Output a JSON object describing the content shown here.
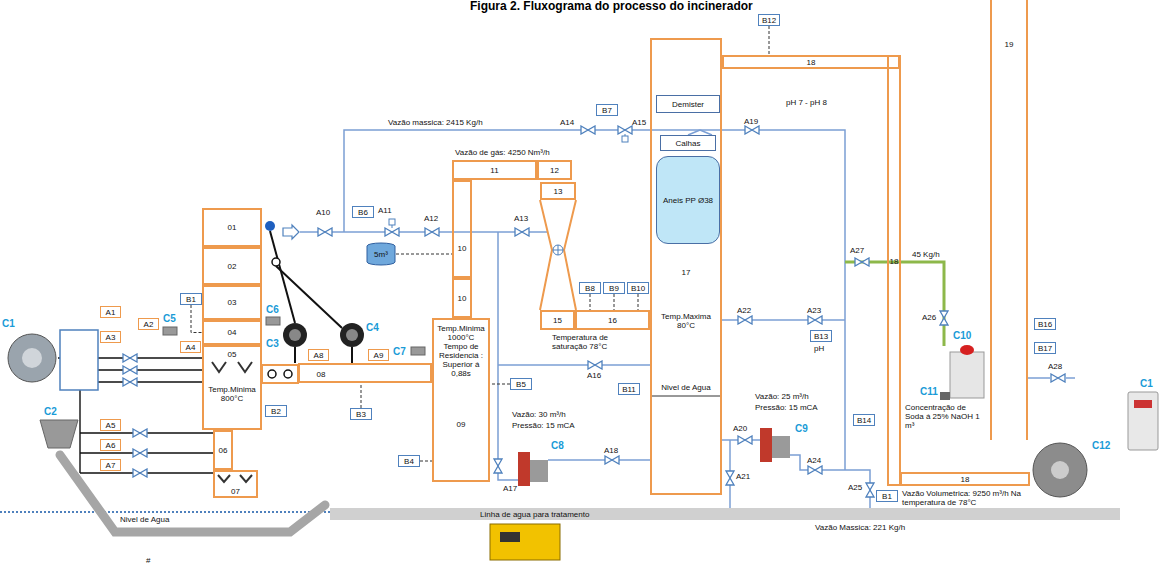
{
  "diagram": {
    "title": "Figura 2. Fluxograma do processo do incinerador",
    "nodes": [
      {
        "text": [
          "01"
        ]
      },
      {
        "text": [
          "02"
        ]
      },
      {
        "text": [
          "03"
        ]
      },
      {
        "text": [
          "04"
        ]
      },
      {
        "text": [
          "05",
          "Temp.Minima 800°C"
        ]
      },
      {
        "text": [
          "06"
        ]
      },
      {
        "text": [
          "07"
        ]
      },
      {
        "text": [
          "08"
        ]
      },
      {
        "text": [
          "Temp.Minima 1000°C Tempo de Residencia : Superior á 0,88s",
          "09"
        ]
      },
      {
        "text": [
          "10"
        ]
      },
      {
        "text": [
          "10"
        ]
      },
      {
        "text": [
          "11"
        ]
      },
      {
        "text": [
          "12"
        ]
      },
      {
        "text": [
          "13"
        ]
      },
      {
        "text": [
          "15"
        ]
      },
      {
        "text": [
          "16"
        ]
      },
      {
        "text": [
          "17",
          "Temp.Maxima 80°C",
          "Nivel de Agua"
        ]
      },
      {
        "text": [
          "Demister"
        ],
        "in": 16
      },
      {
        "text": [
          "Calhas"
        ],
        "in": 16
      },
      {
        "text": [
          "Aneis PP Ø38"
        ],
        "in": 16
      },
      {
        "text": [
          "18"
        ]
      },
      {
        "text": [
          "18"
        ]
      },
      {
        "text": [
          "18"
        ]
      },
      {
        "text": [
          "19"
        ]
      },
      {
        "text": [
          "5m³"
        ]
      },
      {
        "text": [
          "A1"
        ]
      },
      {
        "text": [
          "A2"
        ]
      },
      {
        "text": [
          "A3"
        ]
      },
      {
        "text": [
          "A4"
        ]
      },
      {
        "text": [
          "A5"
        ]
      },
      {
        "text": [
          "A6"
        ]
      },
      {
        "text": [
          "A7"
        ]
      },
      {
        "text": [
          "A8"
        ]
      },
      {
        "text": [
          "A9"
        ]
      },
      {
        "text": [
          "B1"
        ]
      },
      {
        "text": [
          "B2"
        ]
      },
      {
        "text": [
          "B3"
        ]
      },
      {
        "text": [
          "B4"
        ]
      },
      {
        "text": [
          "B5"
        ]
      },
      {
        "text": [
          "B6"
        ]
      },
      {
        "text": [
          "B7"
        ]
      },
      {
        "text": [
          "B8"
        ]
      },
      {
        "text": [
          "B9"
        ]
      },
      {
        "text": [
          "B10"
        ]
      },
      {
        "text": [
          "B11"
        ]
      },
      {
        "text": [
          "B12"
        ]
      },
      {
        "text": [
          "B13"
        ]
      },
      {
        "text": [
          "B14"
        ]
      },
      {
        "text": [
          "B16"
        ]
      },
      {
        "text": [
          "B17"
        ]
      },
      {
        "text": [
          "B1"
        ]
      }
    ],
    "edges": [
      {
        "from": 34,
        "to": 3,
        "arrow": "none"
      },
      {
        "from": 36,
        "to": 7,
        "arrow": "none"
      },
      {
        "from": 37,
        "to": 8,
        "arrow": "none"
      },
      {
        "from": 38,
        "to": 8,
        "arrow": "none"
      },
      {
        "from": 45,
        "to": 20,
        "arrow": "none"
      },
      {
        "from": 41,
        "to": 15,
        "arrow": "none"
      },
      {
        "from": 42,
        "to": 15,
        "arrow": "none"
      },
      {
        "from": 43,
        "to": 15,
        "arrow": "none"
      }
    ],
    "labels": [
      "C1",
      "C2",
      "C3",
      "C4",
      "C5",
      "C6",
      "C7",
      "C8",
      "C9",
      "C10",
      "C11",
      "C12",
      "C1",
      "A10",
      "A11",
      "A12",
      "A13",
      "A14",
      "A15",
      "A16",
      "A17",
      "A18",
      "A19",
      "A20",
      "A21",
      "A22",
      "A23",
      "A24",
      "A25",
      "A26",
      "A27",
      "A28",
      "Vazão massica: 2415 Kg/h",
      "Vazão de gás: 4250 Nm³/h",
      "Temperatura de saturação 78°C",
      "pH 7 - pH 8",
      "pH",
      "45 Kg/h",
      "Vazão: 30 m³/h",
      "Pressão: 15 mCA",
      "Vazão: 25 m³/h",
      "Pressão: 15 mCA",
      "Vazão Volumetrica: 9250 m³/h Na temperatura de 78°C",
      "Vazão Massica: 221 Kg/h",
      "Linha de agua para tratamento",
      "Nivel de Agua",
      "Concentração de Soda á 25% NaOH 1 m³",
      "#"
    ]
  }
}
